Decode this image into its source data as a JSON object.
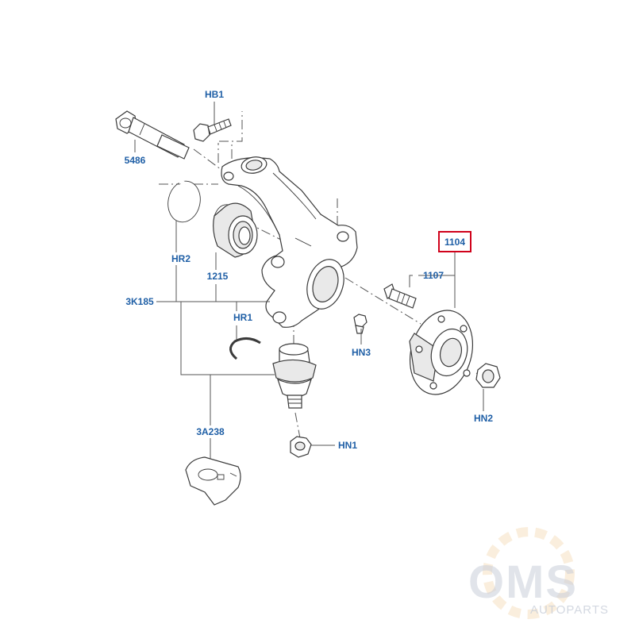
{
  "labels": {
    "hb1": "HB1",
    "p5486": "5486",
    "hr2": "HR2",
    "p1215": "1215",
    "p3k185": "3K185",
    "hr1": "HR1",
    "hn3": "HN3",
    "p3a238": "3A238",
    "hn1": "HN1",
    "p1104": "1104",
    "p1107": "1107",
    "hn2": "HN2"
  },
  "highlight_color": "#d0021b",
  "label_color": "#1f5fa6",
  "watermark": {
    "brand": "OMS",
    "tagline": "AUTOPARTS",
    "icon": "gear-icon"
  }
}
